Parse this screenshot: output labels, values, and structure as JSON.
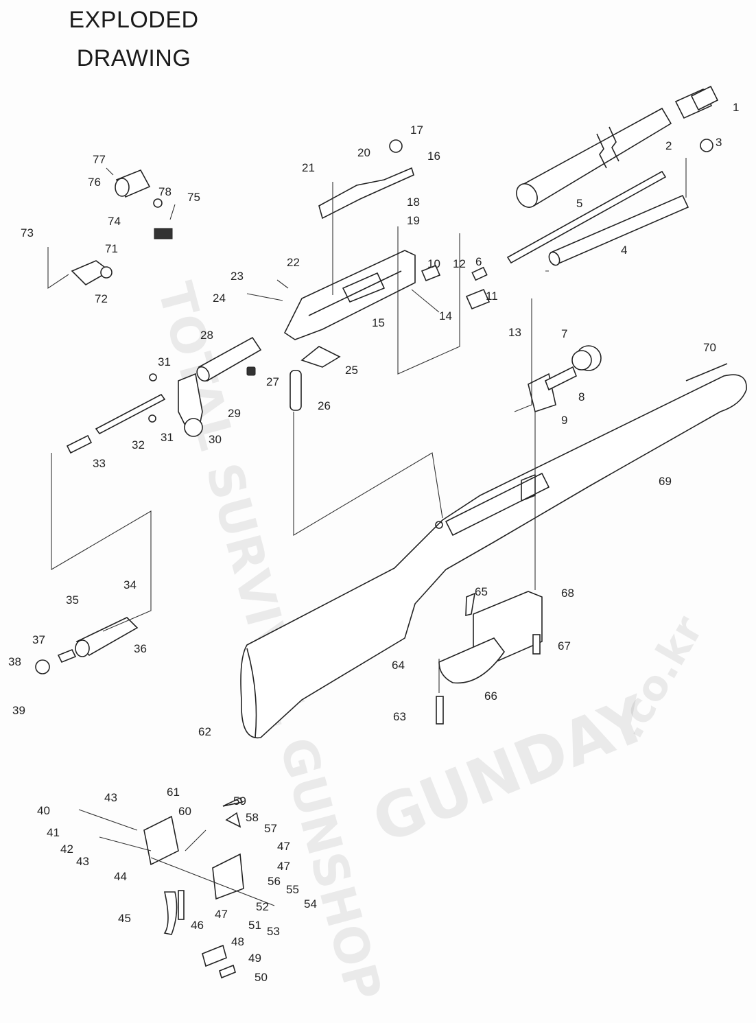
{
  "title": {
    "line1": "EXPLODED",
    "line2": "DRAWING"
  },
  "watermark": {
    "arc_text": "TOTAL SURVIVAL GUNSHOP",
    "brand": "GUNDAY",
    "domain": ".co.kr"
  },
  "callouts": [
    "1",
    "2",
    "3",
    "4",
    "5",
    "6",
    "7",
    "8",
    "9",
    "10",
    "11",
    "12",
    "13",
    "14",
    "15",
    "16",
    "17",
    "18",
    "19",
    "20",
    "21",
    "22",
    "23",
    "24",
    "25",
    "26",
    "27",
    "28",
    "29",
    "30",
    "31",
    "31",
    "32",
    "33",
    "34",
    "35",
    "36",
    "37",
    "38",
    "39",
    "40",
    "41",
    "42",
    "43",
    "43",
    "44",
    "45",
    "46",
    "47",
    "47",
    "47",
    "48",
    "49",
    "50",
    "51",
    "52",
    "53",
    "54",
    "55",
    "56",
    "57",
    "58",
    "59",
    "60",
    "61",
    "62",
    "63",
    "64",
    "65",
    "66",
    "67",
    "68",
    "69",
    "70",
    "71",
    "72",
    "73",
    "74",
    "75",
    "76",
    "77",
    "78"
  ]
}
